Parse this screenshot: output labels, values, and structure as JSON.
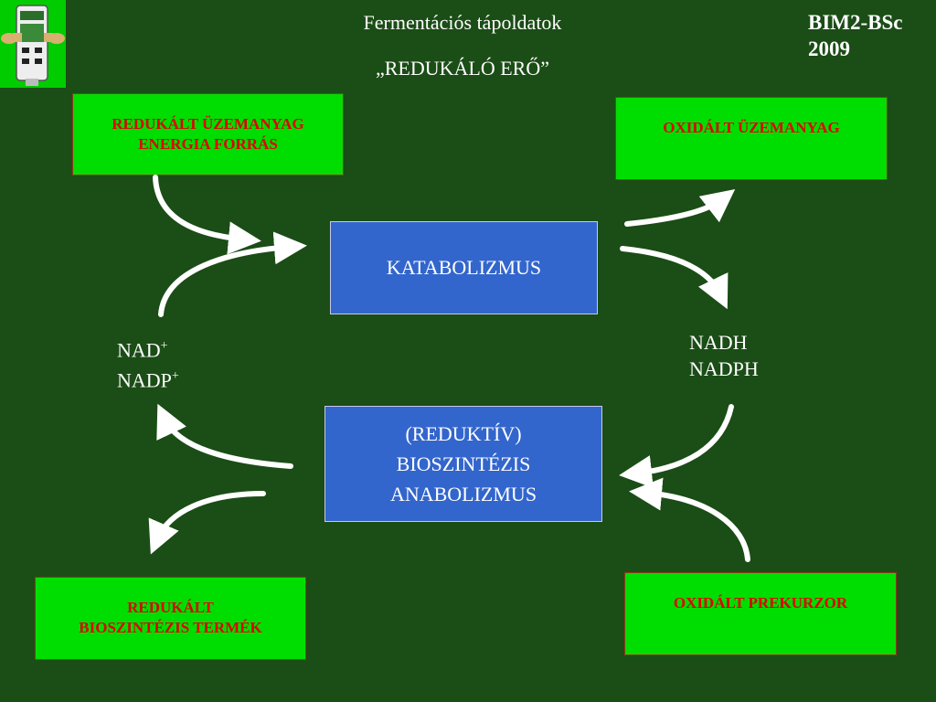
{
  "header": {
    "title_line1": "Fermentációs tápoldatok",
    "title_line2": "„REDUKÁLÓ ERŐ”",
    "course_line1": "BIM2-BSc",
    "course_line2": "2009"
  },
  "boxes": {
    "reduced_fuel_line1": "REDUKÁLT ÜZEMANYAG",
    "reduced_fuel_line2": "ENERGIA FORRÁS",
    "oxidized_fuel": "OXIDÁLT ÜZEMANYAG",
    "catabolism": "KATABOLIZMUS",
    "anabolism_line1": "(REDUKTÍV)",
    "anabolism_line2": "BIOSZINTÉZIS",
    "anabolism_line3": "ANABOLIZMUS",
    "reduced_product_line1": "REDUKÁLT",
    "reduced_product_line2": "BIOSZINTÉZIS TERMÉK",
    "oxidized_precursor": "OXIDÁLT PREKURZOR"
  },
  "cofactors": {
    "oxidized_1": "NAD",
    "oxidized_2": "NADP",
    "oxidized_sup": "+",
    "reduced_1": "NADH",
    "reduced_2": "NADPH"
  },
  "colors": {
    "background": "#1b4d16",
    "green_box": "#00dd00",
    "blue_box": "#3366cc",
    "red_text": "#e00000"
  }
}
